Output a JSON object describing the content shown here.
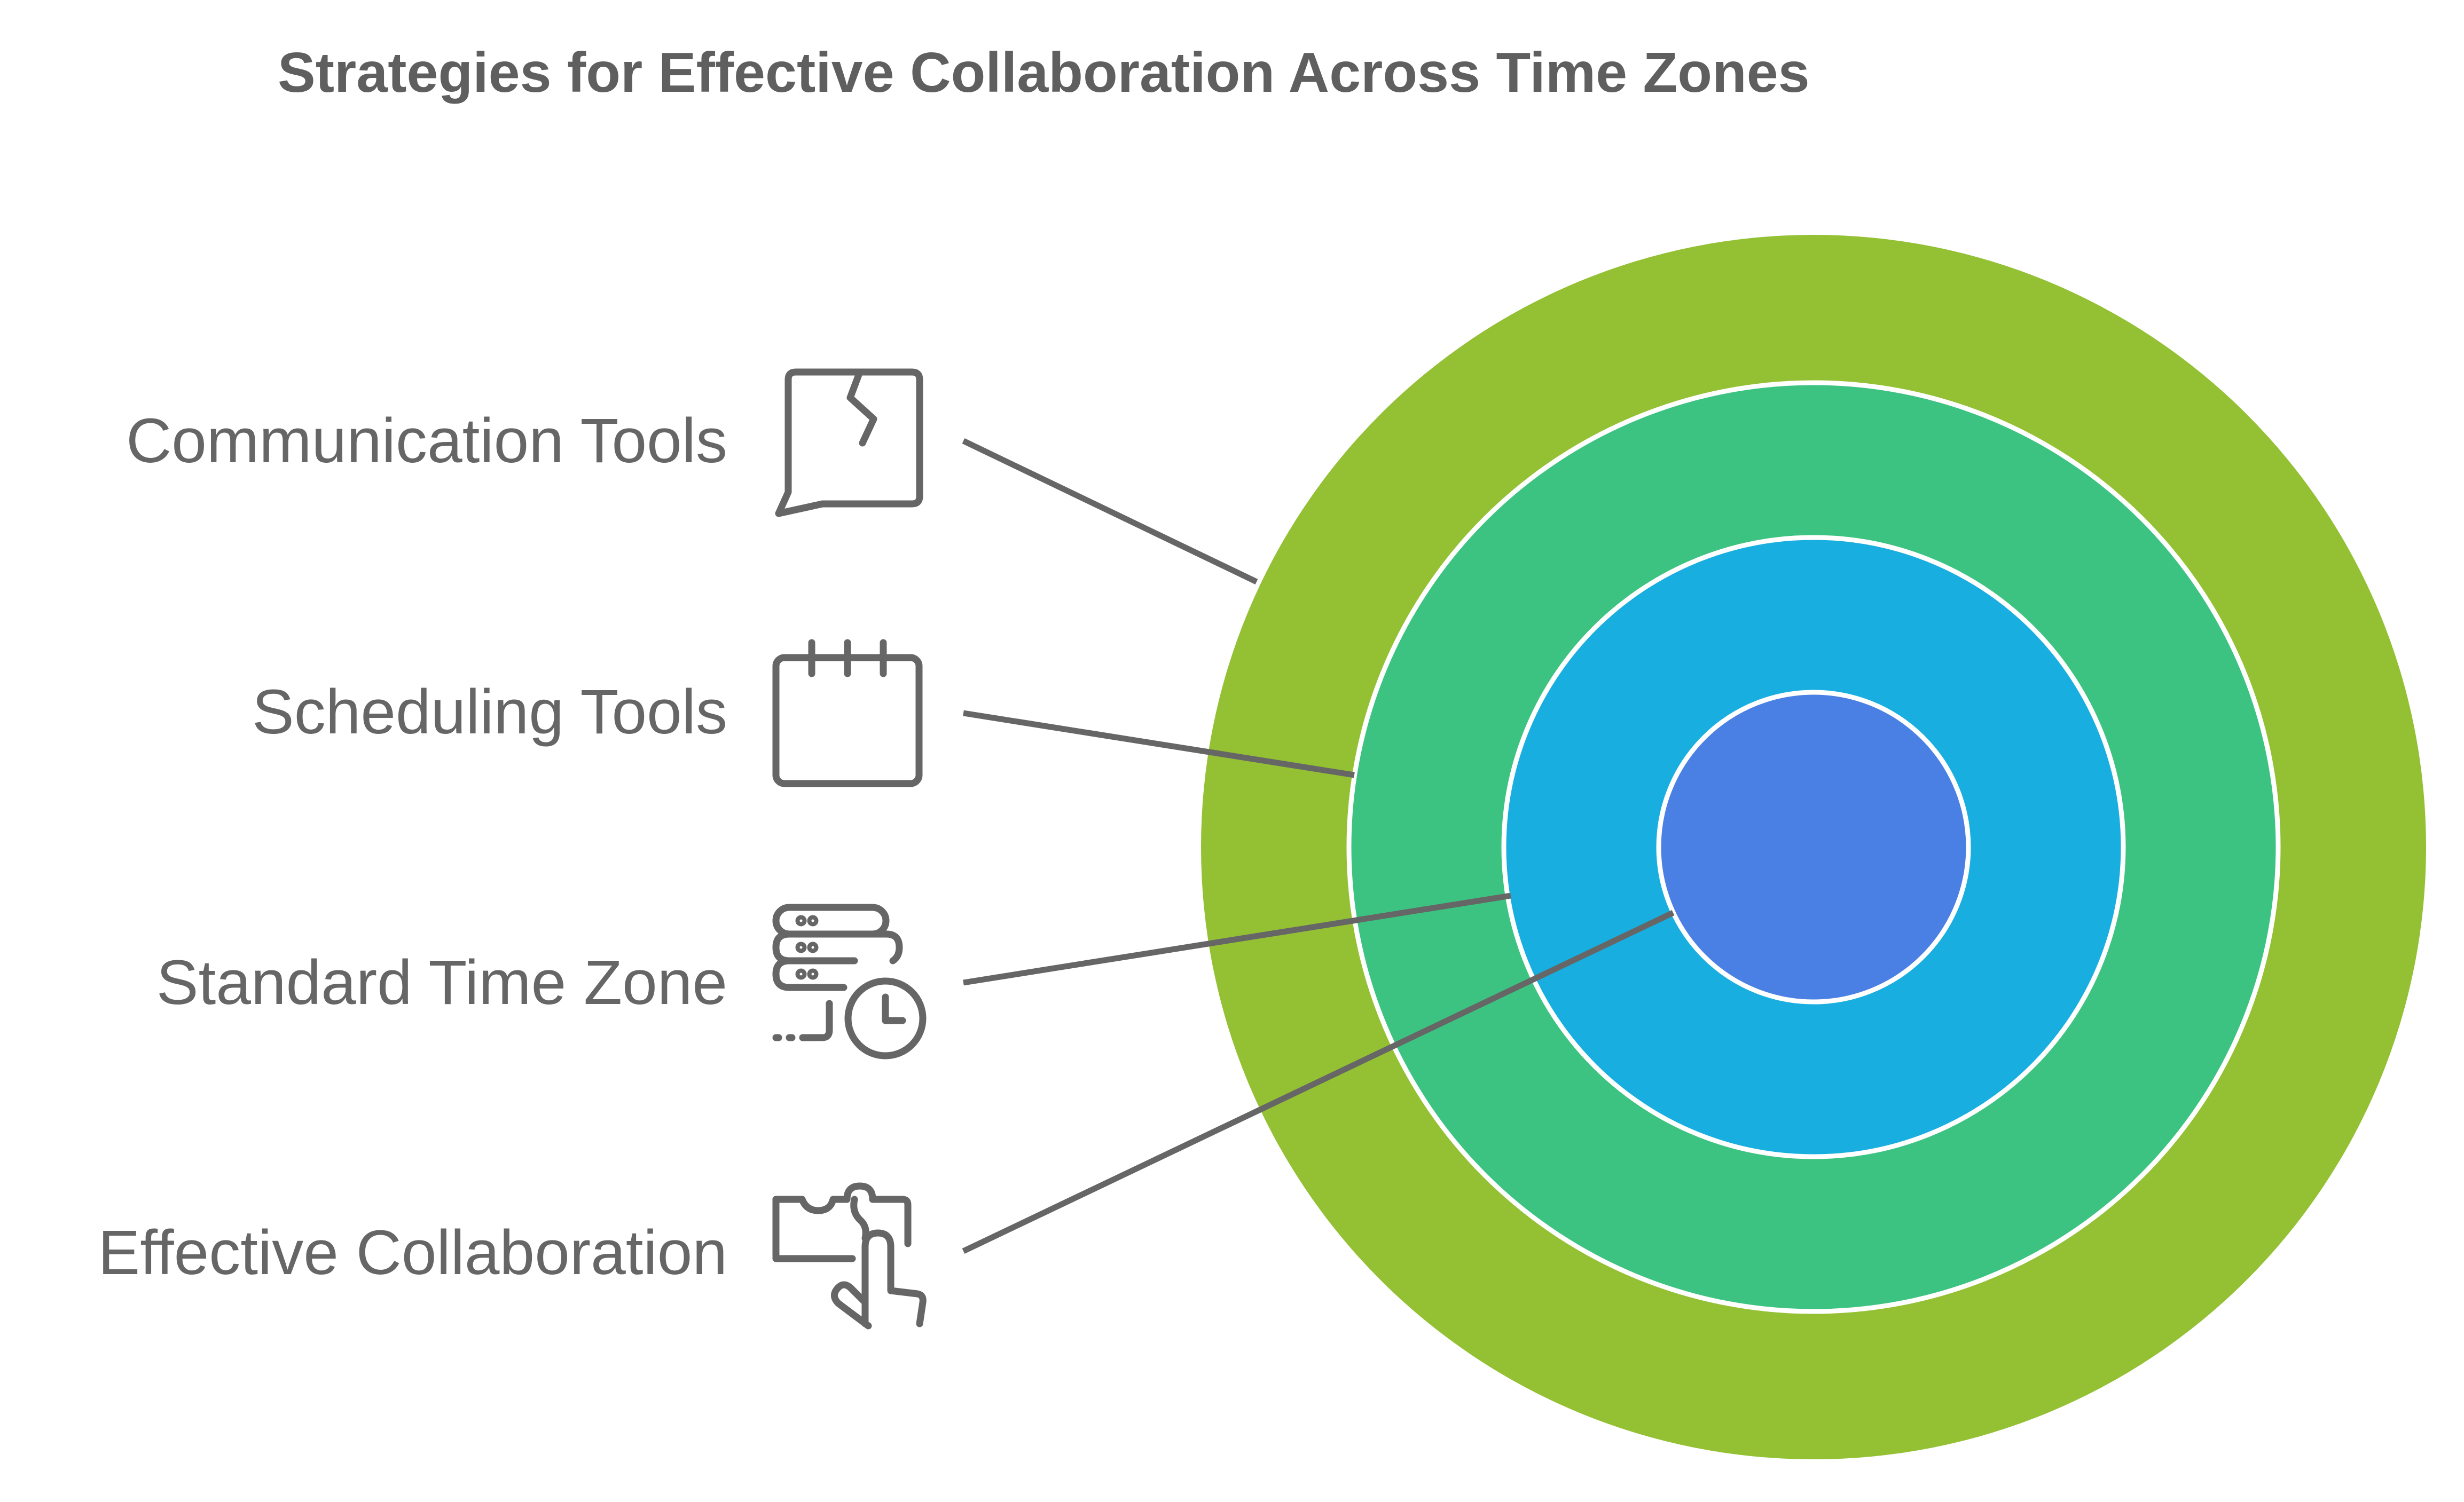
{
  "title": "Strategies for Effective Collaboration Across Time Zones",
  "layers": [
    {
      "label": "Communication Tools",
      "icon": "chat-bubble-icon",
      "color": "#94c034"
    },
    {
      "label": "Scheduling Tools",
      "icon": "calendar-icon",
      "color": "#3dc381"
    },
    {
      "label": "Standard Time Zone",
      "icon": "server-clock-icon",
      "color": "#18aee0"
    },
    {
      "label": "Effective Collaboration",
      "icon": "puzzle-hand-icon",
      "color": "#4a7fe3"
    }
  ],
  "colors": {
    "text": "#666666",
    "title": "#5f5f5f",
    "ring_separator": "#ffffff"
  }
}
